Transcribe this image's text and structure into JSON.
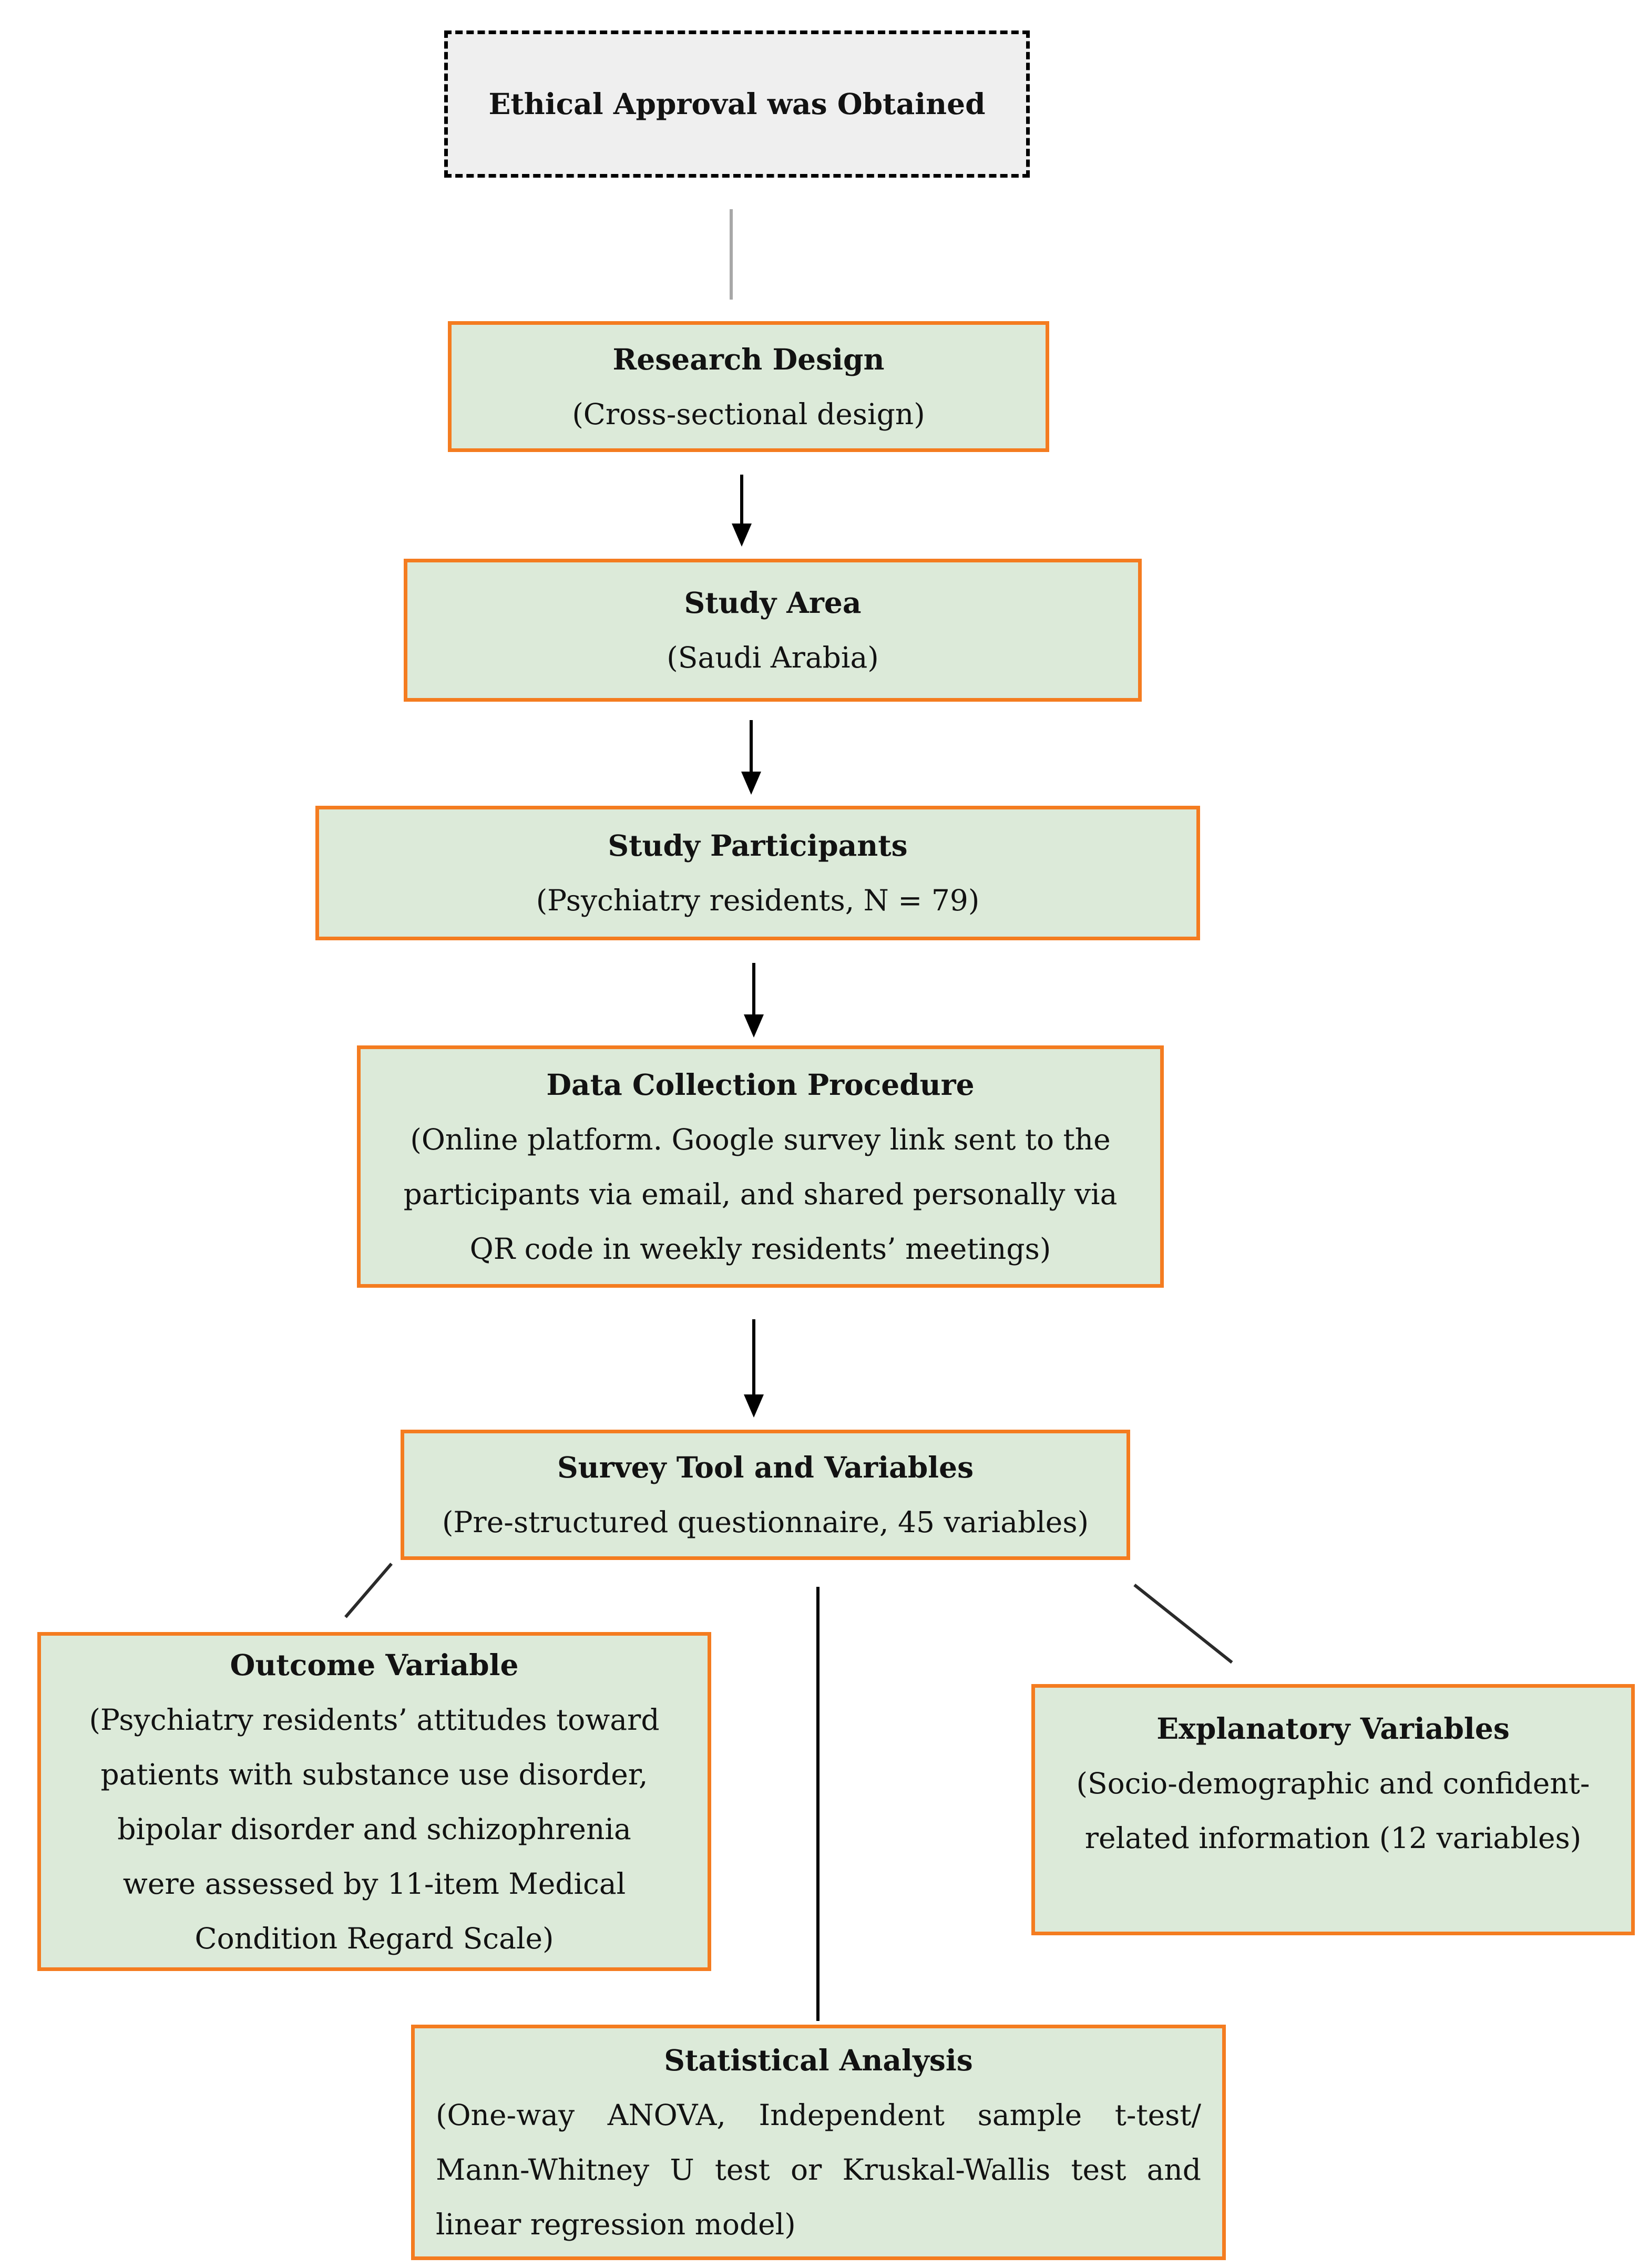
{
  "figure": {
    "type": "flowchart",
    "boxes": {
      "ethical": {
        "title": "Ethical Approval was Obtained"
      },
      "research": {
        "title": "Research Design",
        "subtitle": "(Cross-sectional design)"
      },
      "study_area": {
        "title": "Study Area",
        "subtitle": "(Saudi Arabia)"
      },
      "participants": {
        "title": "Study Participants",
        "subtitle": "(Psychiatry residents, N = 79)"
      },
      "data_collection": {
        "title": "Data Collection Procedure",
        "lines": [
          "(Online platform. Google survey link sent to the",
          "participants via email, and shared personally via",
          "QR code in weekly residents’ meetings)"
        ]
      },
      "survey_tool": {
        "title": "Survey Tool and Variables",
        "subtitle": "(Pre-structured questionnaire, 45 variables)"
      },
      "outcome": {
        "title": "Outcome Variable",
        "lines": [
          "(Psychiatry residents’ attitudes toward",
          "patients with substance use disorder,",
          "bipolar disorder and schizophrenia",
          "were assessed by 11-item Medical",
          "Condition Regard Scale)"
        ]
      },
      "explanatory": {
        "title": "Explanatory Variables",
        "lines": [
          "(Socio-demographic and confident-",
          "related information (12 variables)"
        ]
      },
      "statistical": {
        "title": "Statistical Analysis",
        "lines": [
          "(One-way ANOVA, Independent sample t-test/",
          "Mann-Whitney U test or Kruskal-Wallis test and",
          "linear regression model)"
        ]
      }
    },
    "colors": {
      "box_fill_green": "#dcead9",
      "box_border_orange": "#f47c20",
      "ethical_fill_gray": "#efefef",
      "ethical_border": "#000000",
      "connector_gray": "#a8a8a8",
      "connector_black": "#000000"
    }
  }
}
